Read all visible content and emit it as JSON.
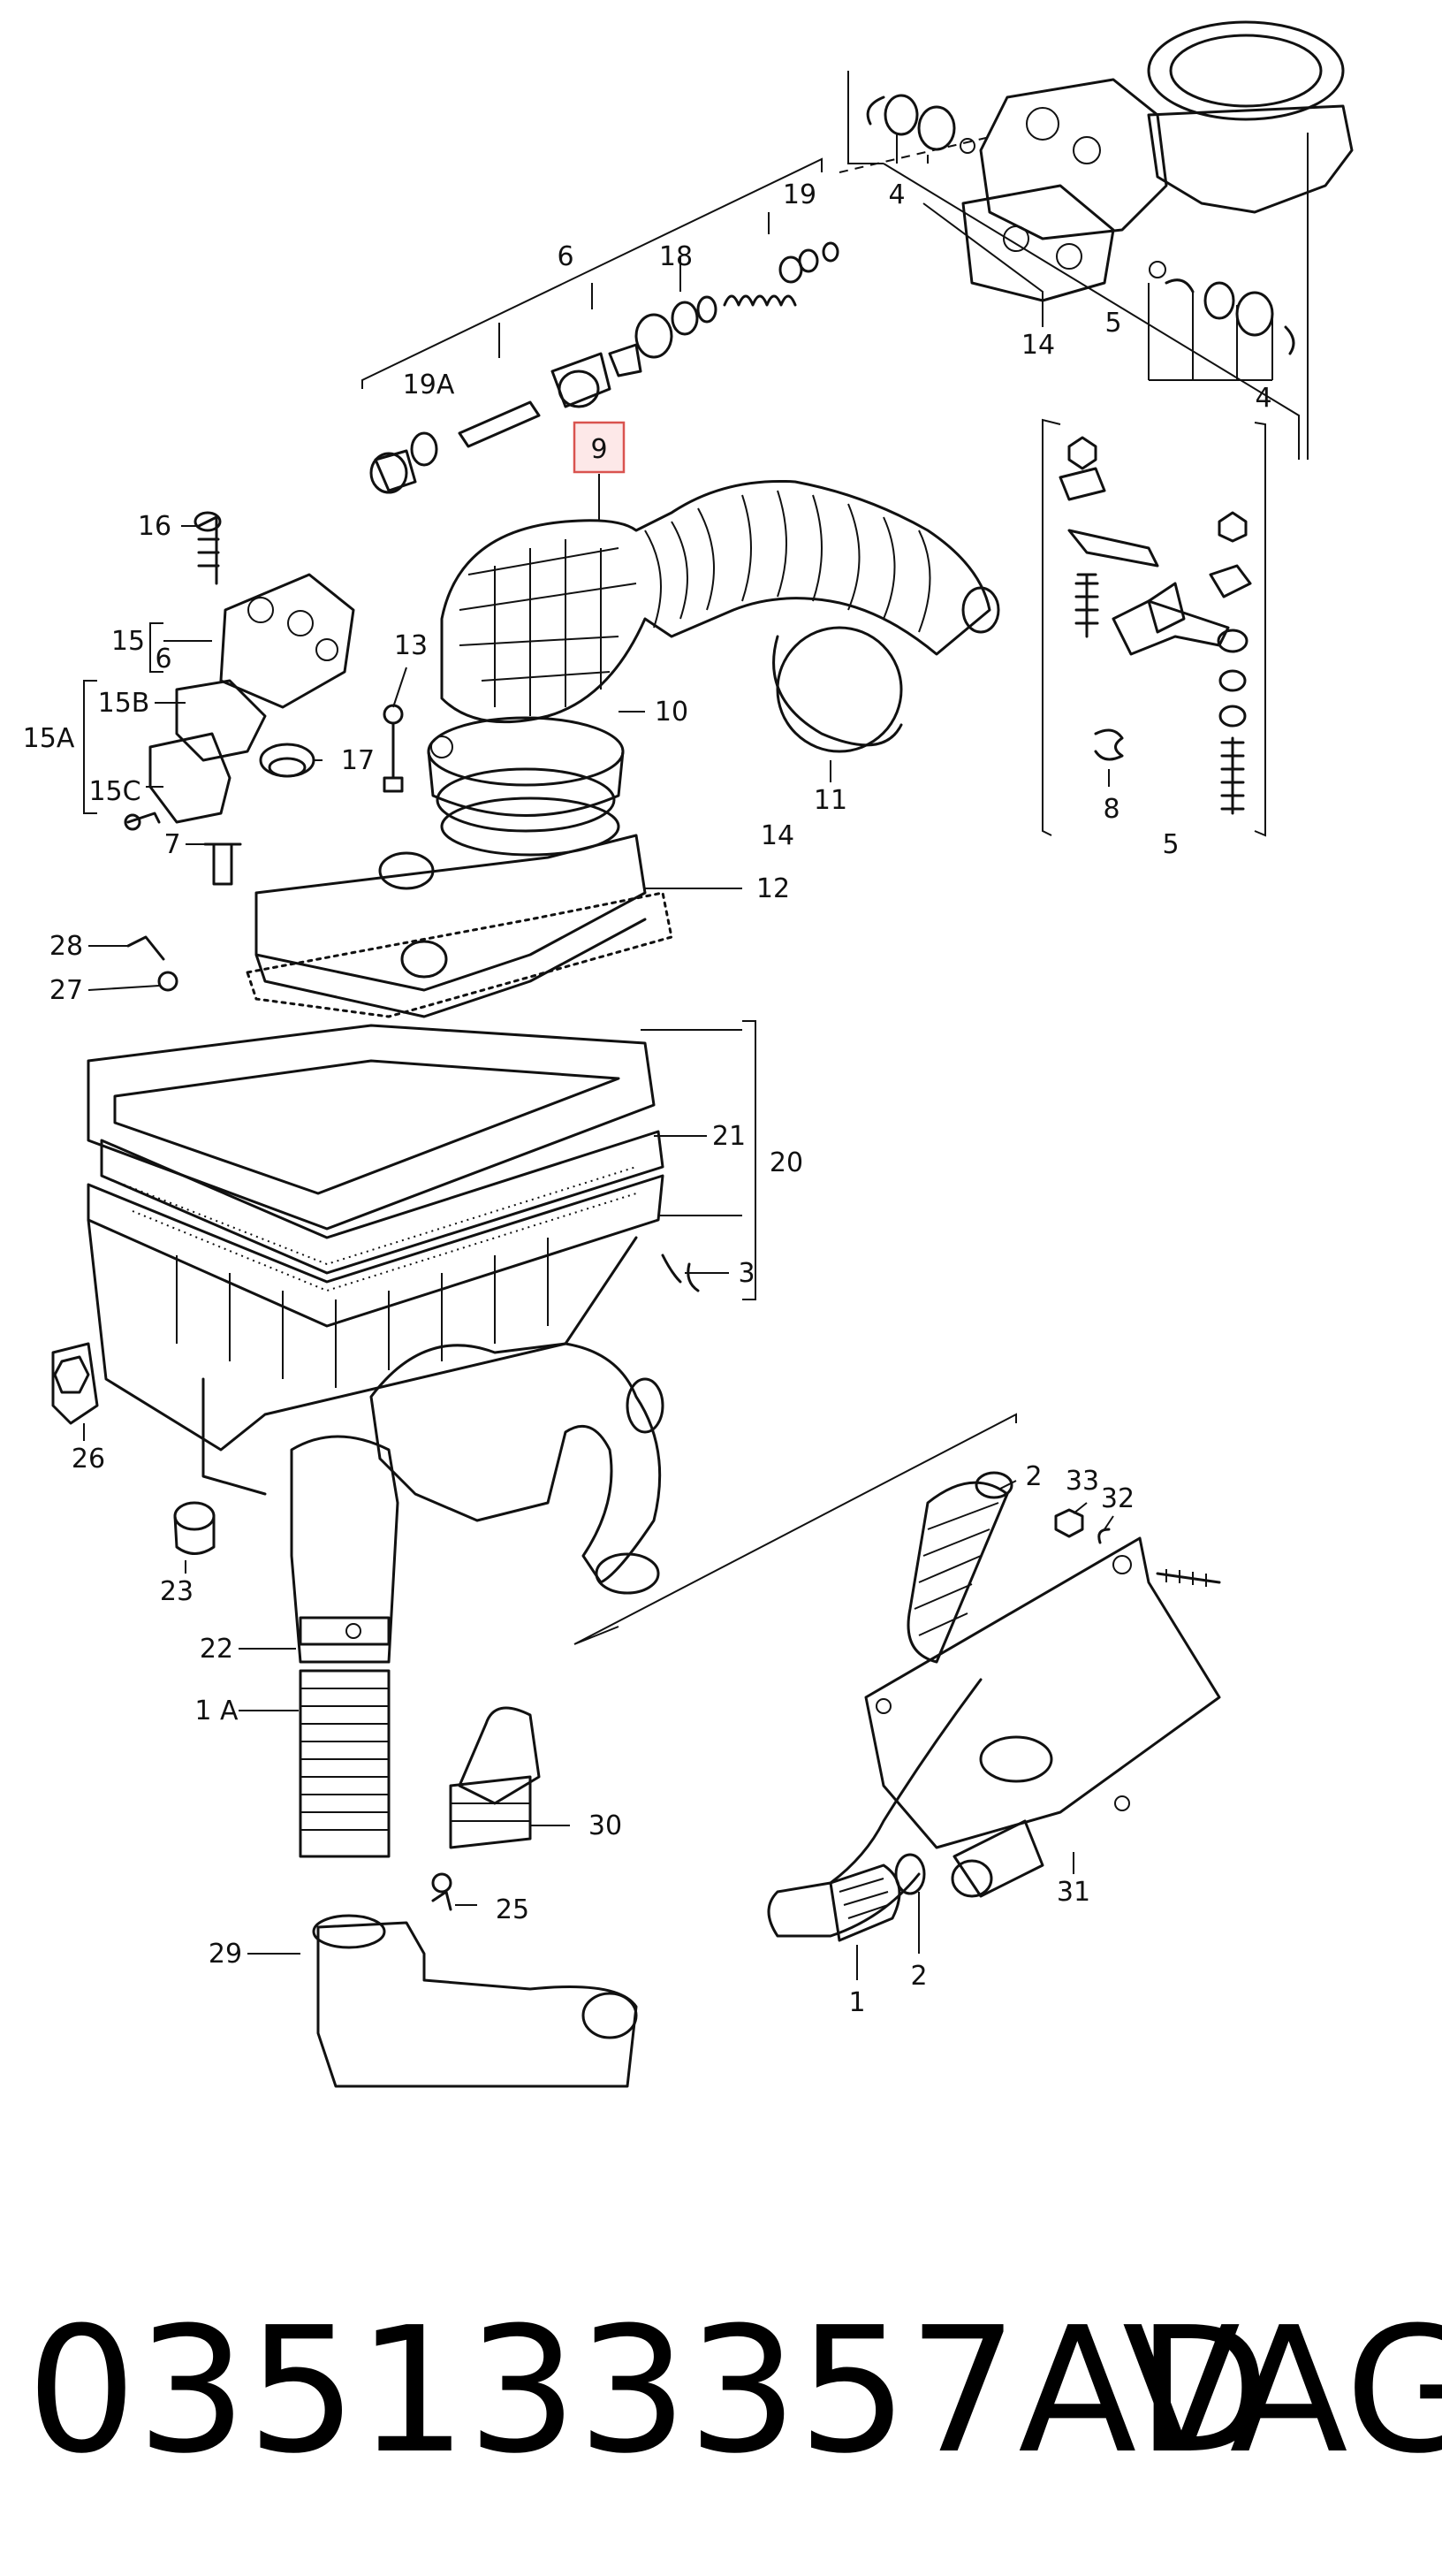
{
  "caption": {
    "part_number": "035133357AD",
    "brand": "VAG"
  },
  "highlight_color": "#d9534f",
  "callouts": {
    "n1": "1",
    "n1A": "1 A",
    "n2": "2",
    "n2b": "2",
    "n3": "3",
    "n4a": "4",
    "n4b": "4",
    "n5": "5",
    "n5b": "5",
    "n6a": "6",
    "n6b": "6",
    "n7": "7",
    "n8": "8",
    "n9": "9",
    "n10": "10",
    "n11": "11",
    "n12": "12",
    "n13": "13",
    "n14a": "14",
    "n14b": "14",
    "n15": "15",
    "n15A": "15A",
    "n15B": "15B",
    "n15C": "15C",
    "n16": "16",
    "n17": "17",
    "n18": "18",
    "n19": "19",
    "n19A": "19A",
    "n20": "20",
    "n21": "21",
    "n22": "22",
    "n23": "23",
    "n25": "25",
    "n26": "26",
    "n27": "27",
    "n28": "28",
    "n29": "29",
    "n30": "30",
    "n31": "31",
    "n32": "32",
    "n33": "33"
  }
}
